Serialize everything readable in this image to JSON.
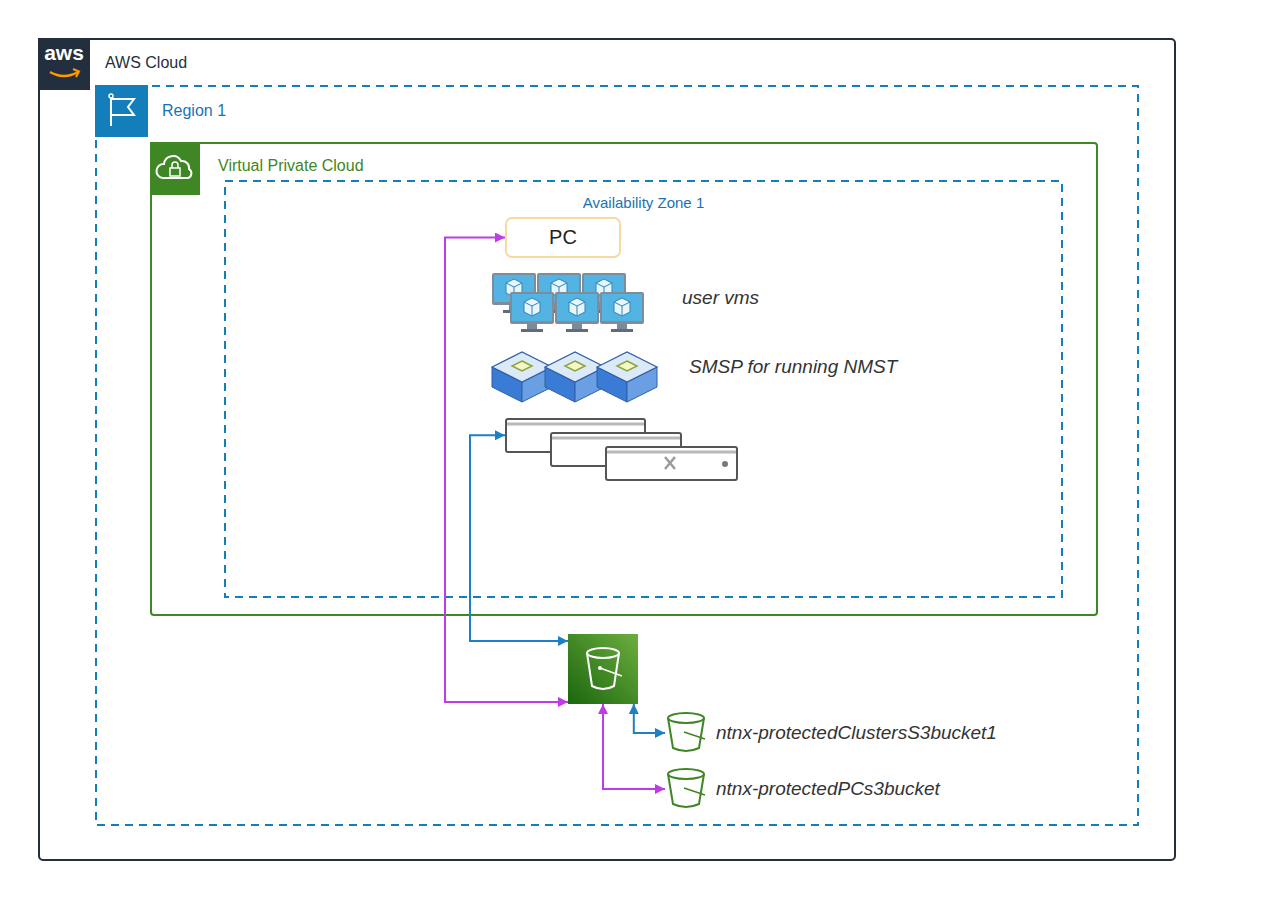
{
  "diagram": {
    "nodes": [
      {
        "text": [
          "AWS Cloud"
        ]
      },
      {
        "text": [
          "Region 1"
        ],
        "in": 0
      },
      {
        "text": [
          "Virtual Private Cloud"
        ],
        "in": 1
      },
      {
        "text": [
          "Availability Zone 1"
        ],
        "in": 2
      },
      {
        "text": [
          "PC"
        ],
        "in": 3
      },
      {
        "text": [],
        "in": 3
      },
      {
        "text": [],
        "in": 1
      },
      {
        "text": [
          "ntnx-protectedClustersS3bucket1"
        ],
        "in": 1
      },
      {
        "text": [
          "ntnx-protectedPCs3bucket"
        ],
        "in": 1
      }
    ],
    "edges": [
      {
        "from": 4,
        "to": 6,
        "arrow": "both"
      },
      {
        "from": 5,
        "to": 6,
        "arrow": "both"
      },
      {
        "from": 6,
        "to": 7,
        "arrow": "both"
      },
      {
        "from": 6,
        "to": 8,
        "arrow": "both"
      }
    ],
    "labels": [
      "aws",
      "user vms",
      "SMSP for running NMST"
    ]
  }
}
